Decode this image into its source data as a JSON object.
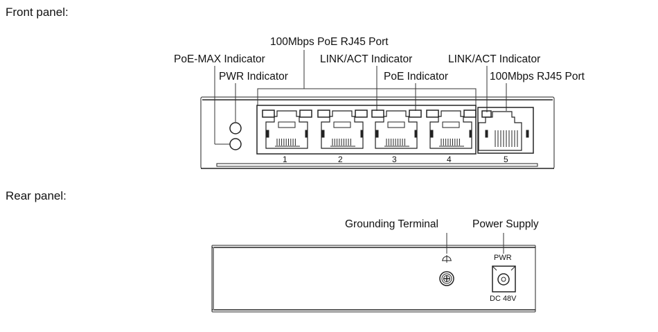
{
  "front_panel": {
    "title": "Front panel:",
    "labels": {
      "poe_port": "100Mbps PoE RJ45 Port",
      "poe_max": "PoE-MAX Indicator",
      "pwr": "PWR Indicator",
      "link_act_1": "LINK/ACT Indicator",
      "poe_indicator": "PoE Indicator",
      "link_act_2": "LINK/ACT Indicator",
      "rj45_port": "100Mbps RJ45 Port"
    },
    "port_numbers": [
      "1",
      "2",
      "3",
      "4",
      "5"
    ]
  },
  "rear_panel": {
    "title": "Rear panel:",
    "labels": {
      "grounding": "Grounding Terminal",
      "power_supply": "Power Supply",
      "pwr": "PWR",
      "dc": "DC 48V"
    }
  }
}
